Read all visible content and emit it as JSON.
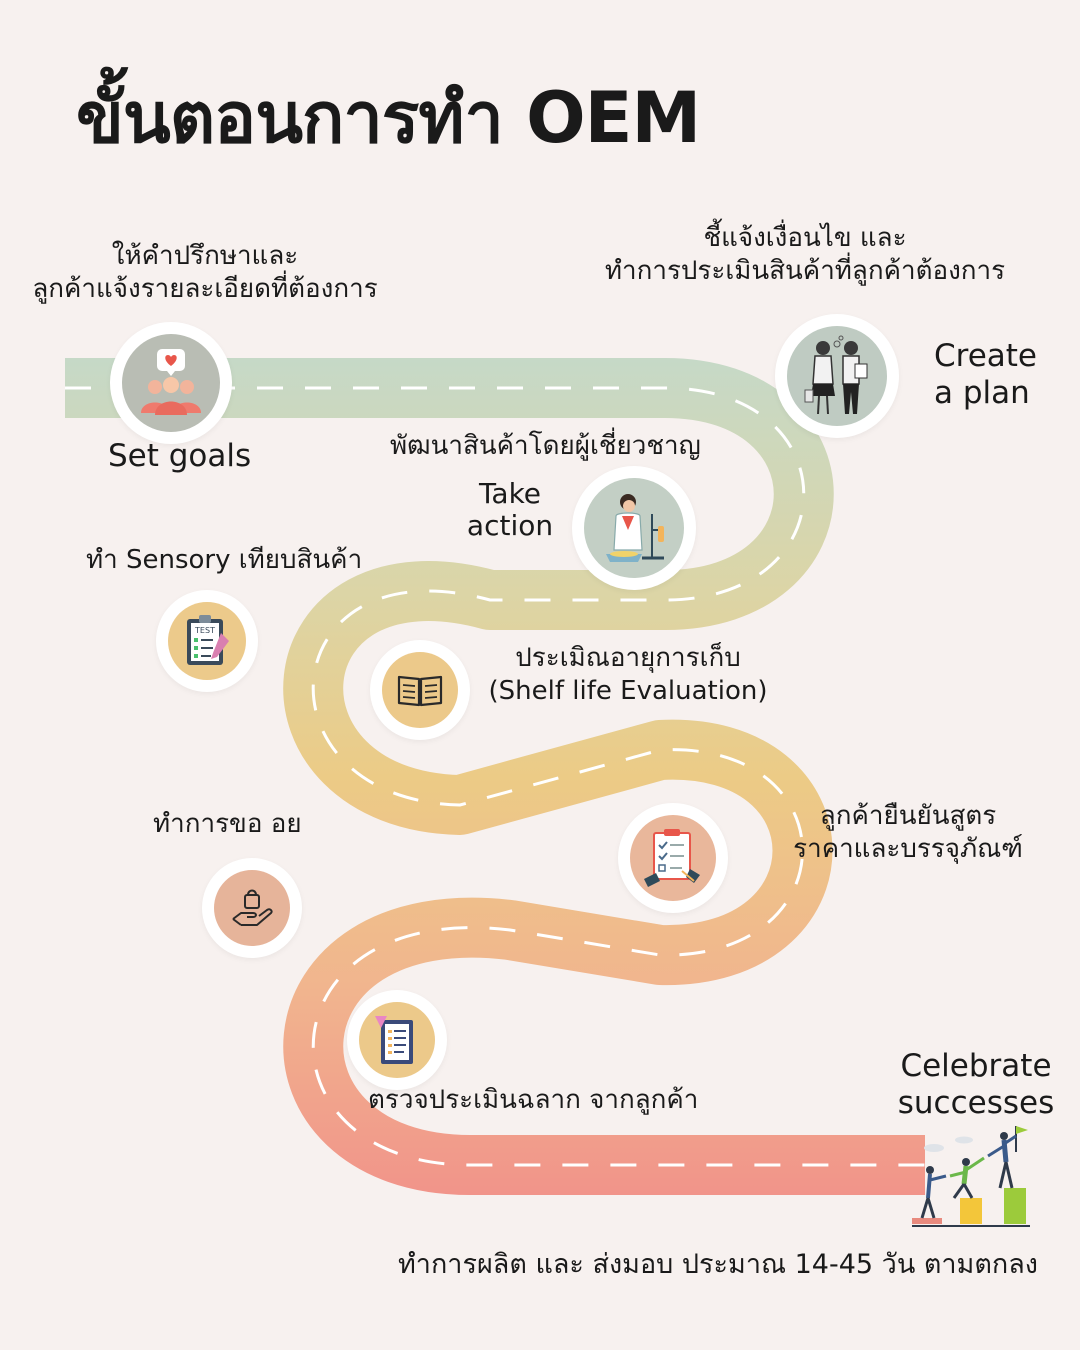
{
  "title": "ขั้นตอนการทำ OEM",
  "steps": [
    {
      "desc_line1": "ให้คำปรึกษาและ",
      "desc_line2": "ลูกค้าแจ้งรายละเอียดที่ต้องการ",
      "caption": "Set goals",
      "icon": "people-heart-icon"
    },
    {
      "desc_line1": "ชี้แจ้งเงื่อนไข และ",
      "desc_line2": "ทำการประเมินสินค้าที่ลูกค้าต้องการ",
      "caption_line1": "Create",
      "caption_line2": "a plan",
      "icon": "consultation-people-icon"
    },
    {
      "desc": "พัฒนาสินค้าโดยผู้เชี่ยวชาญ",
      "caption_line1": "Take",
      "caption_line2": "action",
      "icon": "scientist-icon"
    },
    {
      "desc": "ทำ Sensory เทียบสินค้า",
      "icon": "test-clipboard-icon"
    },
    {
      "desc_line1": "ประเมิณอายุการเก็บ",
      "desc_line2": "(Shelf life Evaluation)",
      "icon": "open-book-icon"
    },
    {
      "desc_line1": "ลูกค้ายืนยันสูตร",
      "desc_line2": "ราคาและบรรจุภัณฑ์",
      "icon": "checklist-signing-icon"
    },
    {
      "desc": "ทำการขอ อย",
      "icon": "hand-bag-icon"
    },
    {
      "desc": "ตรวจประเมินฉลาก จากลูกค้า",
      "icon": "label-clipboard-icon"
    },
    {
      "desc": "ทำการผลิต และ ส่งมอบ ประมาณ 14-45 วัน ตามตกลง",
      "caption_line1": "Celebrate",
      "caption_line2": "successes",
      "icon": "climbing-team-icon"
    }
  ],
  "colors": {
    "background": "#f7f1ef",
    "road_top": "#c6d9c7",
    "road_middle": "#eccb86",
    "road_bottom": "#f1948a",
    "lane_marks": "#ffffff",
    "node_sage": "#c0cbc3",
    "node_yellow": "#ecc98a",
    "node_peach": "#e9b69a"
  }
}
